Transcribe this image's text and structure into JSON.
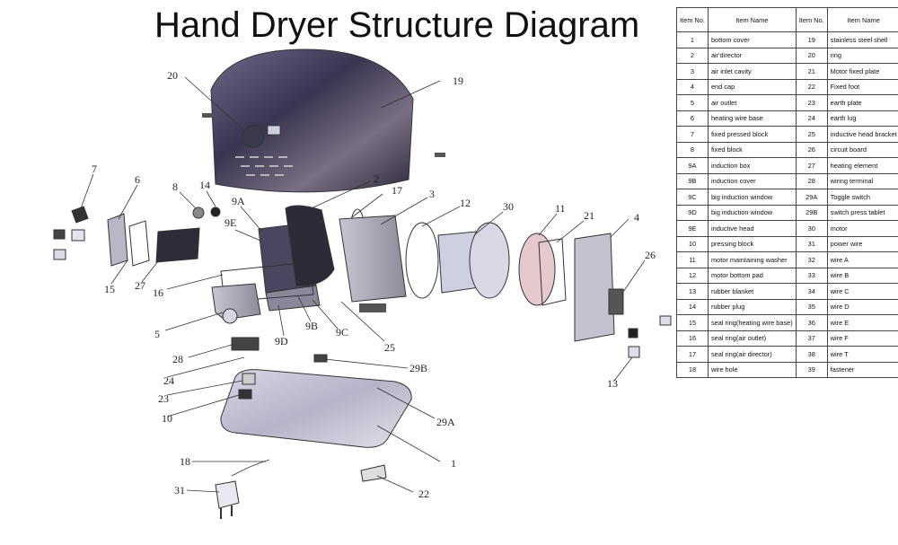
{
  "title": "Hand Dryer Structure Diagram",
  "table": {
    "headers": [
      "Item No.",
      "Item Name",
      "Item No.",
      "Item Name"
    ],
    "rows": [
      [
        "1",
        "bottom cover",
        "19",
        "stainless steel shell"
      ],
      [
        "2",
        "air'director",
        "20",
        "ring"
      ],
      [
        "3",
        "air inlet cavity",
        "21",
        "Motor fixed plate"
      ],
      [
        "4",
        "end cap",
        "22",
        "Fixed foot"
      ],
      [
        "5",
        "air outlet",
        "23",
        "earth plate"
      ],
      [
        "6",
        "heating wire base",
        "24",
        "earth lug"
      ],
      [
        "7",
        "fixed pressed block",
        "25",
        "inductive head bracket"
      ],
      [
        "8",
        "fixed block",
        "26",
        "circuit board"
      ],
      [
        "9A",
        "induction box",
        "27",
        "heating element"
      ],
      [
        "9B",
        "induction cover",
        "28",
        "wiring terminal"
      ],
      [
        "9C",
        "big induction window",
        "29A",
        "Toggle switch"
      ],
      [
        "9D",
        "big induction window",
        "29B",
        "switch press tablet"
      ],
      [
        "9E",
        "inductive head",
        "30",
        "motor"
      ],
      [
        "10",
        "pressing block",
        "31",
        "power wire"
      ],
      [
        "11",
        "motor maintaining washer",
        "32",
        "wire A"
      ],
      [
        "12",
        "motor bottom pad",
        "33",
        "wire B"
      ],
      [
        "13",
        "rubber blanket",
        "34",
        "wire C"
      ],
      [
        "14",
        "rubber plug",
        "35",
        "wire D"
      ],
      [
        "15",
        "seal ring(heating wire base)",
        "36",
        "wire E"
      ],
      [
        "16",
        "seal ring(air outlet)",
        "37",
        "wire F"
      ],
      [
        "17",
        "seal ring(air director)",
        "38",
        "wire T"
      ],
      [
        "18",
        "wire hole",
        "39",
        "fastener"
      ]
    ]
  },
  "callouts": [
    "20",
    "19",
    "7",
    "6",
    "8",
    "14",
    "9A",
    "9E",
    "2",
    "17",
    "3",
    "12",
    "30",
    "11",
    "21",
    "4",
    "26",
    "15",
    "27",
    "16",
    "5",
    "9B",
    "9C",
    "9D",
    "25",
    "28",
    "24",
    "23",
    "10",
    "29B",
    "29A",
    "13",
    "1",
    "18",
    "31",
    "22"
  ]
}
